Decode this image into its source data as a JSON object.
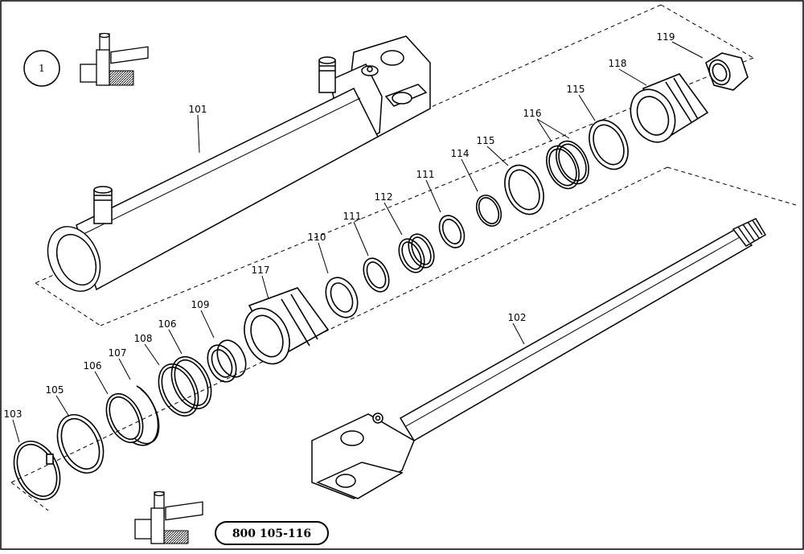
{
  "figure_number": "1",
  "drawing_code": "800  105-116",
  "callouts": [
    {
      "id": "c101",
      "label": "101"
    },
    {
      "id": "c102",
      "label": "102"
    },
    {
      "id": "c103",
      "label": "103"
    },
    {
      "id": "c105",
      "label": "105"
    },
    {
      "id": "c106a",
      "label": "106"
    },
    {
      "id": "c107",
      "label": "107"
    },
    {
      "id": "c108",
      "label": "108"
    },
    {
      "id": "c106b",
      "label": "106"
    },
    {
      "id": "c109",
      "label": "109"
    },
    {
      "id": "c117",
      "label": "117"
    },
    {
      "id": "c110",
      "label": "110"
    },
    {
      "id": "c111a",
      "label": "111"
    },
    {
      "id": "c112",
      "label": "112"
    },
    {
      "id": "c111b",
      "label": "111"
    },
    {
      "id": "c114",
      "label": "114"
    },
    {
      "id": "c115a",
      "label": "115"
    },
    {
      "id": "c116",
      "label": "116"
    },
    {
      "id": "c115b",
      "label": "115"
    },
    {
      "id": "c118",
      "label": "118"
    },
    {
      "id": "c119",
      "label": "119"
    }
  ],
  "icons": {
    "top": "exploded-parts-icon",
    "bottom": "exploded-parts-icon"
  }
}
